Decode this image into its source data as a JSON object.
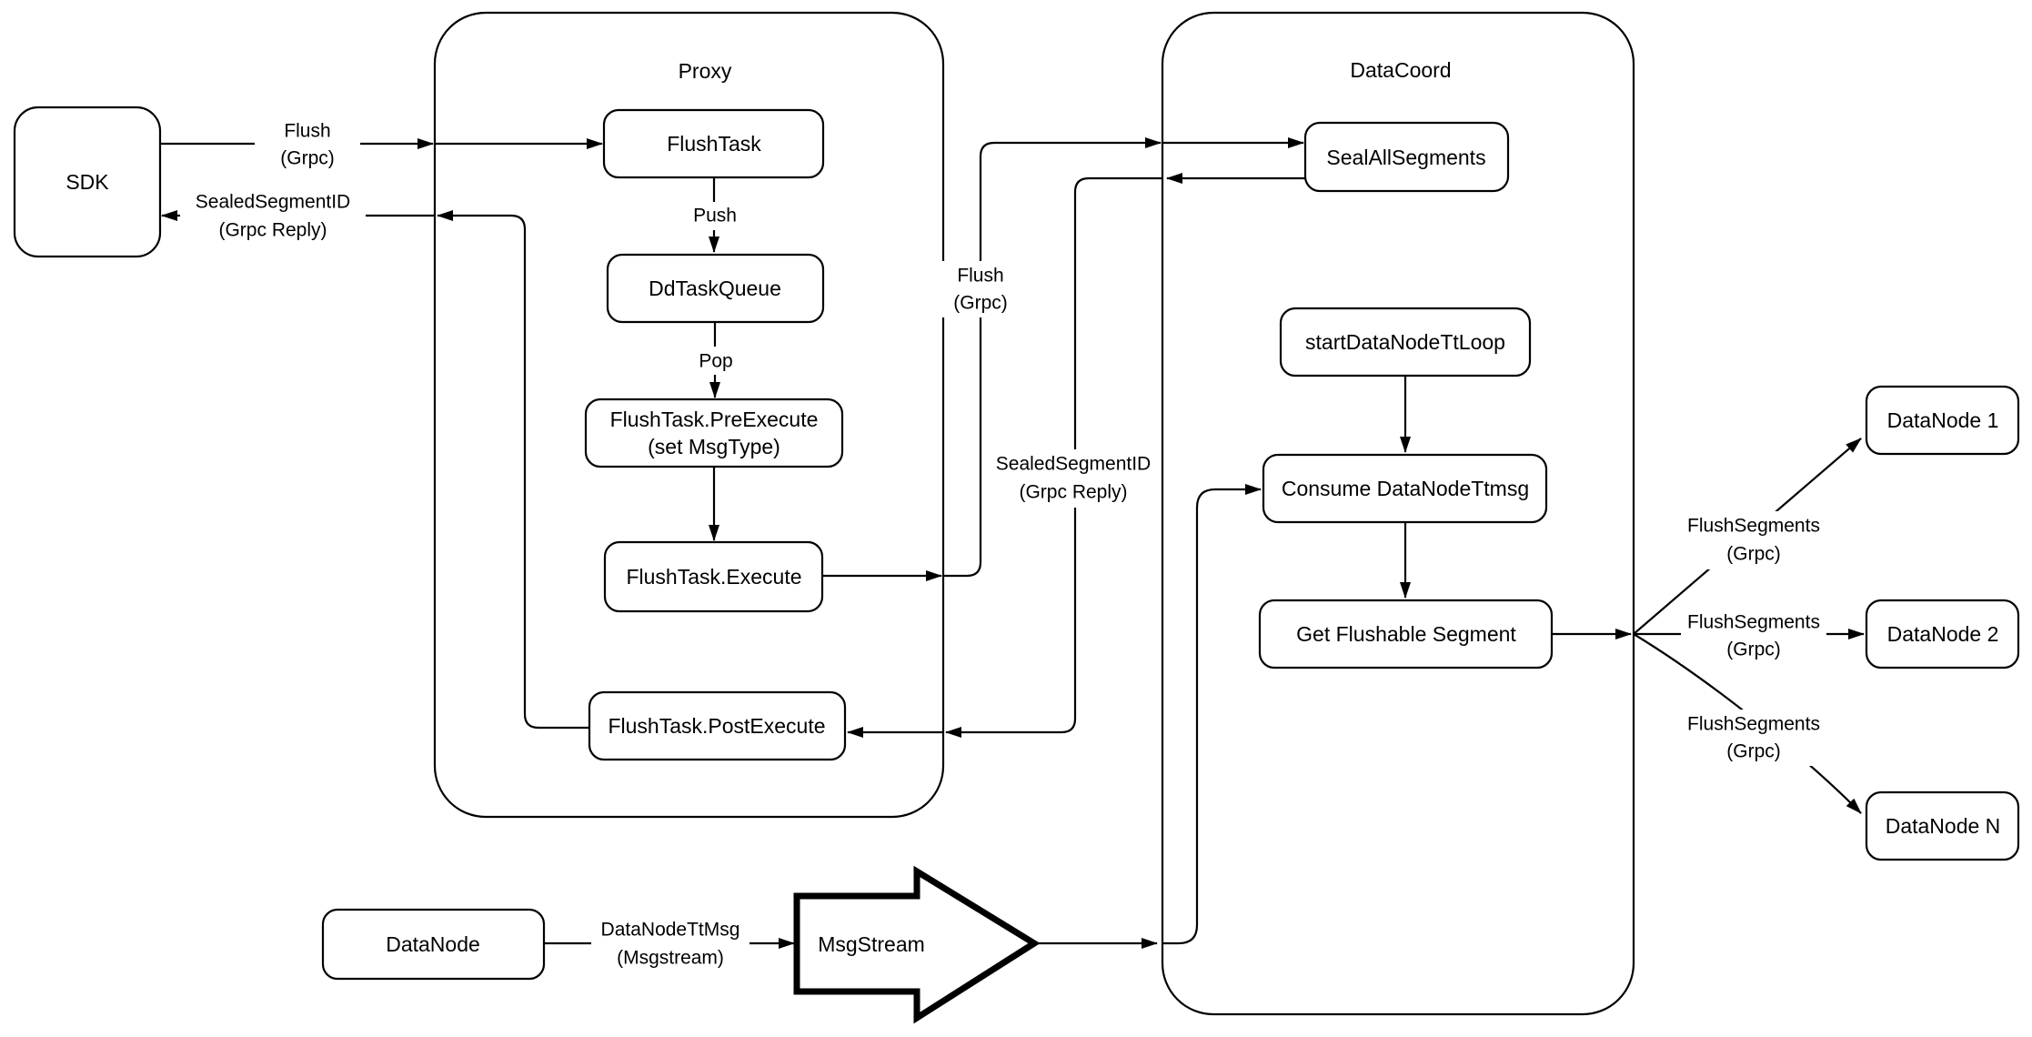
{
  "colors": {
    "stroke": "#000000",
    "background": "#ffffff"
  },
  "containers": {
    "proxy": {
      "title": "Proxy"
    },
    "datacoord": {
      "title": "DataCoord"
    }
  },
  "nodes": {
    "sdk": {
      "label": "SDK"
    },
    "flush_task": {
      "label": "FlushTask"
    },
    "dd_task_queue": {
      "label": "DdTaskQueue"
    },
    "pre_execute": {
      "line1": "FlushTask.PreExecute",
      "line2": "(set MsgType)"
    },
    "execute": {
      "label": "FlushTask.Execute"
    },
    "post_execute": {
      "label": "FlushTask.PostExecute"
    },
    "seal_all_segments": {
      "label": "SealAllSegments"
    },
    "start_datanode_tt_loop": {
      "label": "startDataNodeTtLoop"
    },
    "consume_datanode_ttmsg": {
      "label": "Consume DataNodeTtmsg"
    },
    "get_flushable_segment": {
      "label": "Get Flushable Segment"
    },
    "datanode_1": {
      "label": "DataNode 1"
    },
    "datanode_2": {
      "label": "DataNode 2"
    },
    "datanode_n": {
      "label": "DataNode N"
    },
    "datanode": {
      "label": "DataNode"
    },
    "msgstream": {
      "label": "MsgStream"
    }
  },
  "edge_labels": {
    "sdk_to_proxy": {
      "line1": "Flush",
      "line2": "(Grpc)"
    },
    "proxy_to_sdk": {
      "line1": "SealedSegmentID",
      "line2": "(Grpc Reply)"
    },
    "push": {
      "label": "Push"
    },
    "pop": {
      "label": "Pop"
    },
    "execute_to_sealallsegments": {
      "line1": "Flush",
      "line2": "(Grpc)"
    },
    "sealallsegments_to_postexecute": {
      "line1": "SealedSegmentID",
      "line2": "(Grpc Reply)"
    },
    "flush_segments_1": {
      "line1": "FlushSegments",
      "line2": "(Grpc)"
    },
    "flush_segments_2": {
      "line1": "FlushSegments",
      "line2": "(Grpc)"
    },
    "flush_segments_3": {
      "line1": "FlushSegments",
      "line2": "(Grpc)"
    },
    "datanode_to_msgstream": {
      "line1": "DataNodeTtMsg",
      "line2": "(Msgstream)"
    }
  }
}
